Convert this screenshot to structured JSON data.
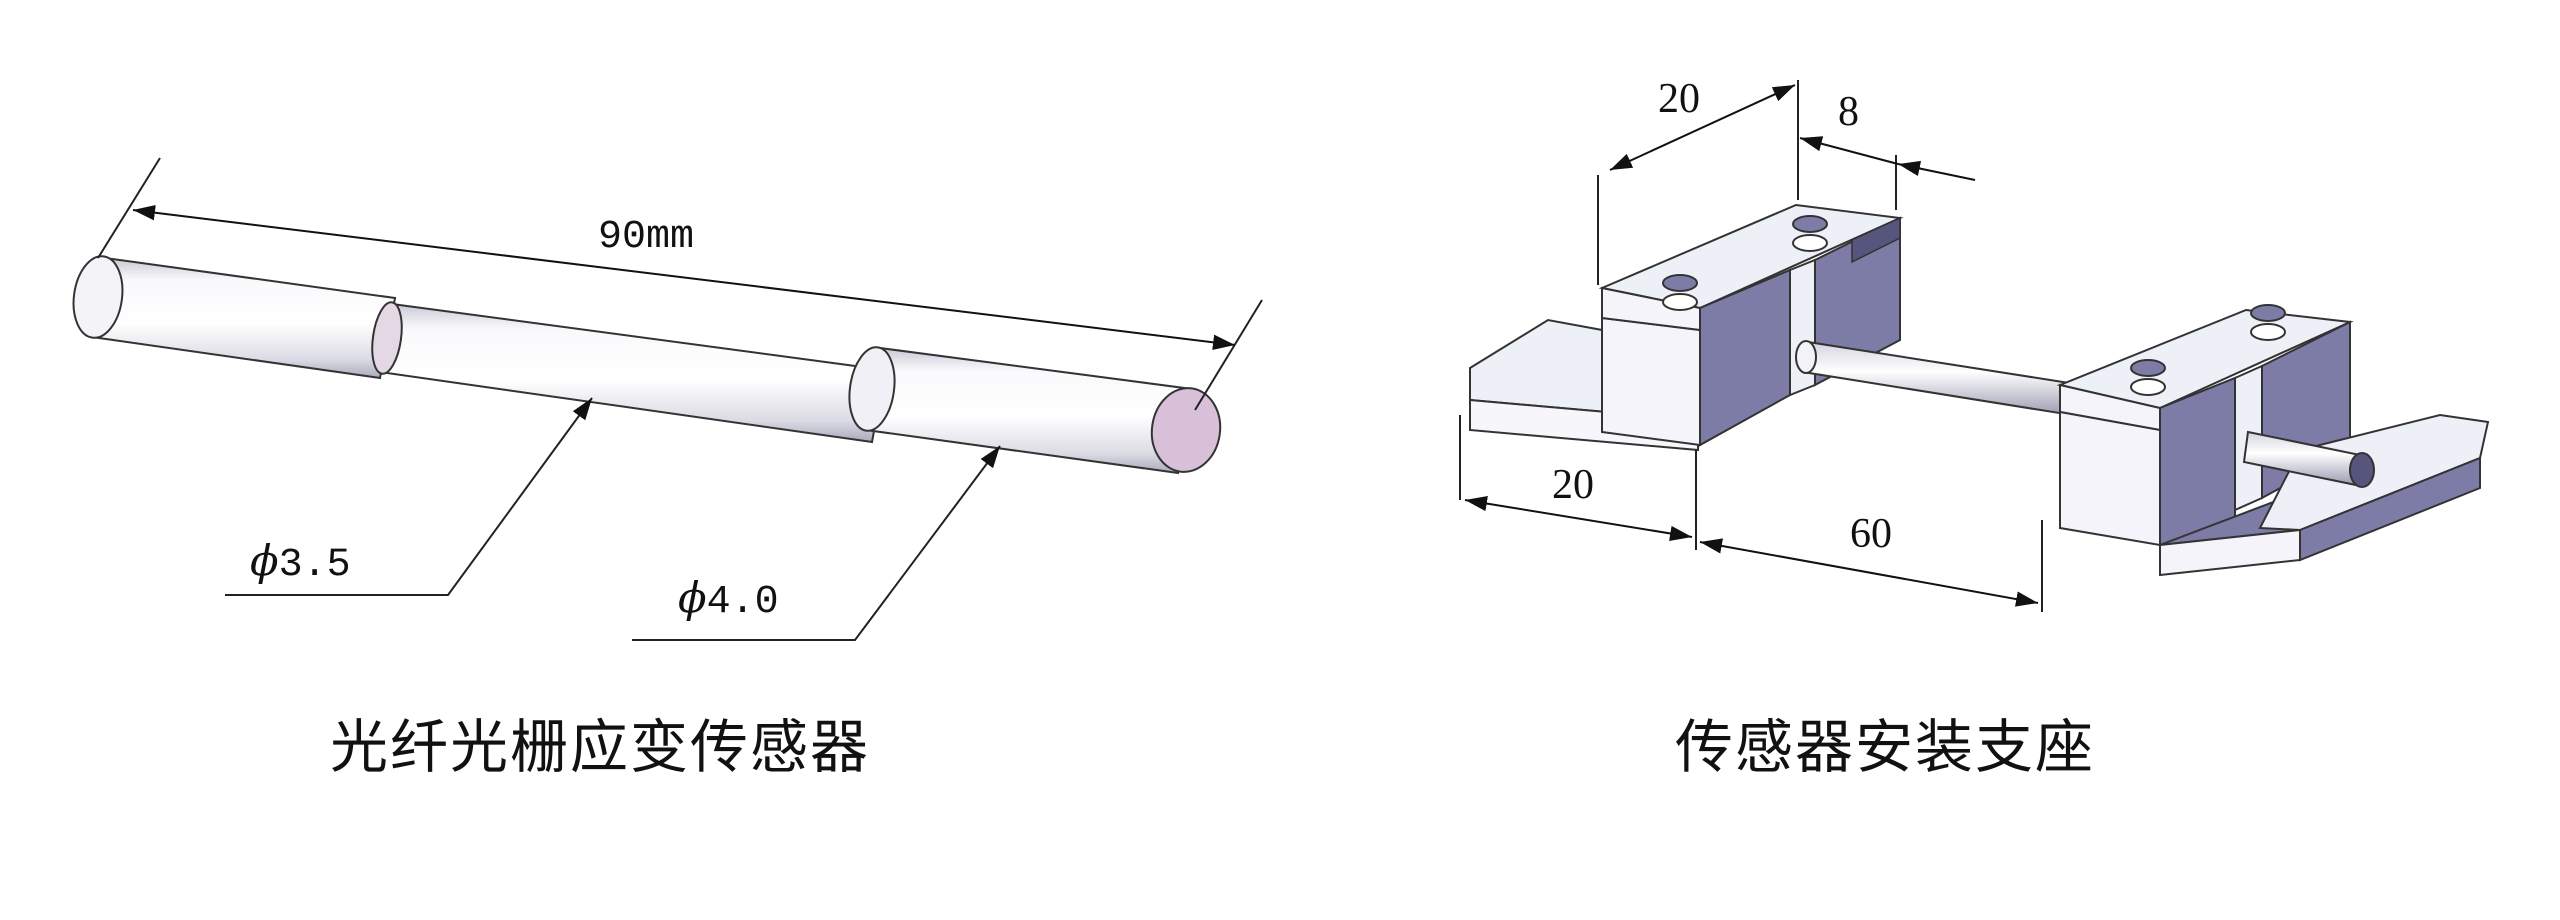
{
  "left_figure": {
    "length_label": "90mm",
    "diameter_small_prefix": "ϕ",
    "diameter_small_value": "3.5",
    "diameter_large_prefix": "ϕ",
    "diameter_large_value": "4.0",
    "caption": "光纤光栅应变传感器"
  },
  "right_figure": {
    "top_width_label": "20",
    "top_slot_label": "8",
    "base_length_label": "20",
    "span_label": "60",
    "caption": "传感器安装支座"
  },
  "colors": {
    "cylinder_light": "#f7f7fb",
    "cylinder_shade": "#b9b9c8",
    "end_face": "#d8c0d8",
    "block_face": "#eef0f8",
    "block_side": "#7c7ca6",
    "block_dark": "#55557d"
  }
}
